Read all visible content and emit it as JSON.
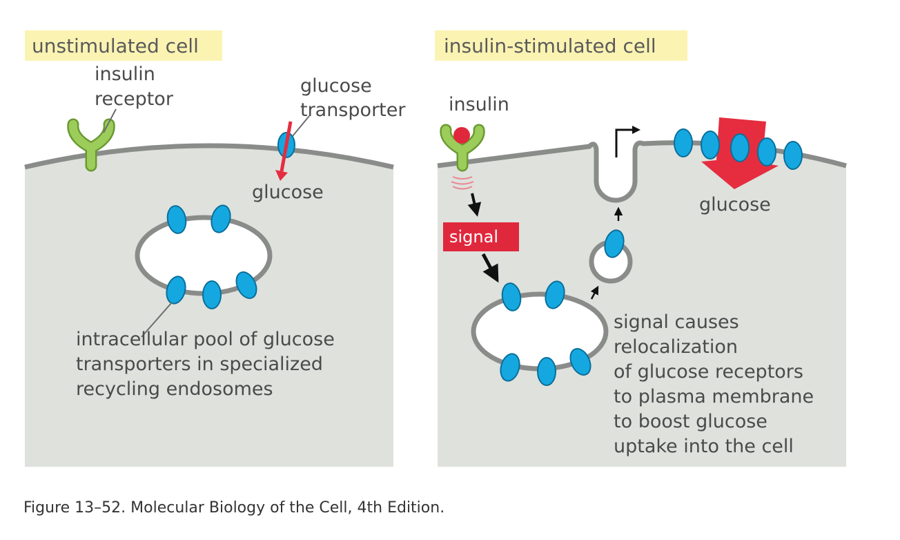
{
  "left_panel": {
    "title": "unstimulated cell",
    "receptor_label_1": "insulin",
    "receptor_label_2": "receptor",
    "transporter_label_1": "glucose",
    "transporter_label_2": "transporter",
    "glucose_label": "glucose",
    "pool_label_1": "intracellular pool of glucose",
    "pool_label_2": "transporters in specialized",
    "pool_label_3": "recycling endosomes"
  },
  "right_panel": {
    "title": "insulin-stimulated cell",
    "insulin_label": "insulin",
    "signal_label": "signal",
    "glucose_label": "glucose",
    "explanation_1": "signal causes",
    "explanation_2": "relocalization",
    "explanation_3": "of glucose receptors",
    "explanation_4": "to plasma membrane",
    "explanation_5": "to boost glucose",
    "explanation_6": "uptake into the cell"
  },
  "caption": "Figure 13–52. Molecular Biology of the Cell, 4th Edition.",
  "colors": {
    "cytoplasm": "#dfe1dd",
    "membrane": "#8a8c8a",
    "transporter": "#15a8e0",
    "receptor": "#9ccc5a",
    "insulin": "#e0283c",
    "signal_box": "#e0283c",
    "title_highlight": "#fbf3b2",
    "glucose_arrow": "#e52d3f"
  }
}
